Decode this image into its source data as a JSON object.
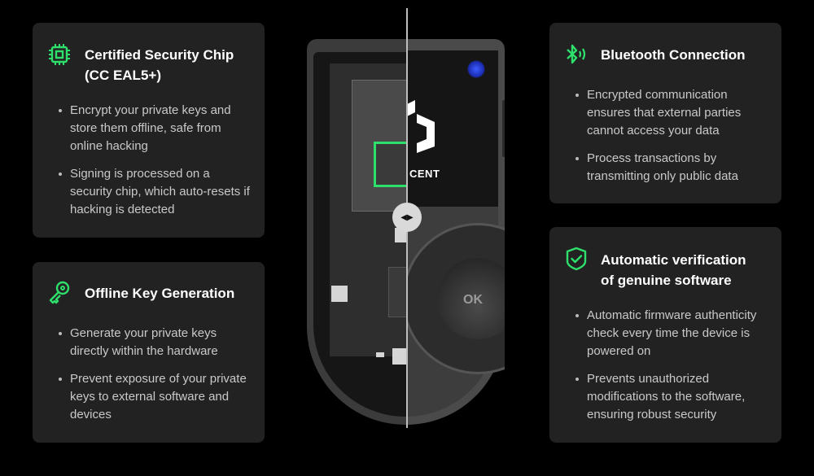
{
  "colors": {
    "background": "#000000",
    "card": "#222222",
    "accent_green": "#2ee06b",
    "title": "#ffffff",
    "body_text": "#c9c9c9"
  },
  "features": [
    {
      "icon": "chip-icon",
      "title_lines": [
        "Certified Security Chip",
        "(CC EAL5+)"
      ],
      "bullets": [
        "Encrypt your private keys and store them offline, safe from online hacking",
        "Signing is processed on a security chip, which auto-resets if hacking is detected"
      ]
    },
    {
      "icon": "key-icon",
      "title_lines": [
        "Offline Key Generation"
      ],
      "bullets": [
        "Generate your private keys directly within the hardware",
        "Prevent exposure of your private keys to external software and devices"
      ]
    },
    {
      "icon": "bluetooth-icon",
      "title_lines": [
        "Bluetooth Connection"
      ],
      "bullets": [
        "Encrypted communication ensures that external parties cannot access your data",
        "Process transactions by transmitting only public data"
      ]
    },
    {
      "icon": "shield-check-icon",
      "title_lines": [
        "Automatic verification",
        "of genuine software"
      ],
      "bullets": [
        "Automatic firmware authenticity check every time the device is powered on",
        "Prevents unauthorized modifications to the software, ensuring robust security"
      ]
    }
  ],
  "device": {
    "brand_text": "CENT",
    "ok_label": "OK",
    "slider_icon": "left-right-arrows-icon",
    "slider_glyph": "◀▶"
  }
}
